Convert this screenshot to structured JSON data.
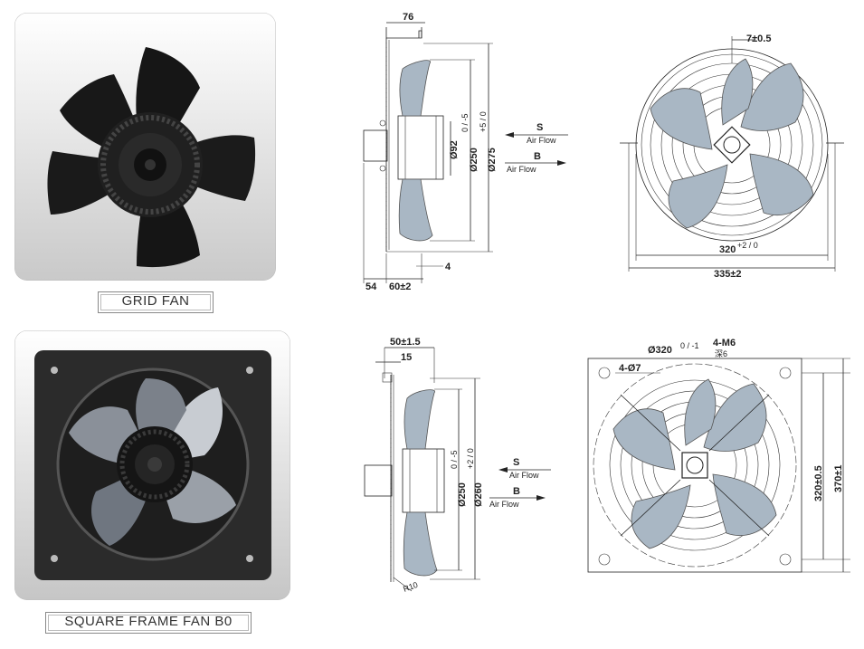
{
  "grid_fan": {
    "label": "GRID FAN",
    "side_view": {
      "depth": "76",
      "bottom_left": "54",
      "bottom_mid": "60±2",
      "bottom_right": "4",
      "hub_dia": "Ø92",
      "blade_dia": "Ø250",
      "blade_tol": "0 / -5",
      "grill_dia": "Ø275",
      "grill_tol": "+5 / 0",
      "flow_s_letter": "S",
      "flow_s_text": "Air Flow",
      "flow_b_letter": "B",
      "flow_b_text": "Air Flow"
    },
    "front_view": {
      "top_dim": "7±0.5",
      "inner_dim": "320",
      "inner_tol": "+2 / 0",
      "outer_dim": "335±2"
    }
  },
  "square_fan": {
    "label": "SQUARE FRAME FAN B0",
    "side_view": {
      "top_dim": "50±1.5",
      "small_dim": "15",
      "blade_dia": "Ø250",
      "blade_tol": "0 / -5",
      "frame_dia": "Ø260",
      "frame_tol": "+2 / 0",
      "radius": "R10",
      "flow_s_letter": "S",
      "flow_s_text": "Air Flow",
      "flow_b_letter": "B",
      "flow_b_text": "Air Flow"
    },
    "front_view": {
      "circle_dim": "Ø320",
      "circle_tol": "0 / -1",
      "holes_label": "4-M6",
      "holes_sub": "深6",
      "corner_holes": "4-Ø7",
      "inner_dim": "320±0.5",
      "outer_dim": "370±1"
    }
  }
}
